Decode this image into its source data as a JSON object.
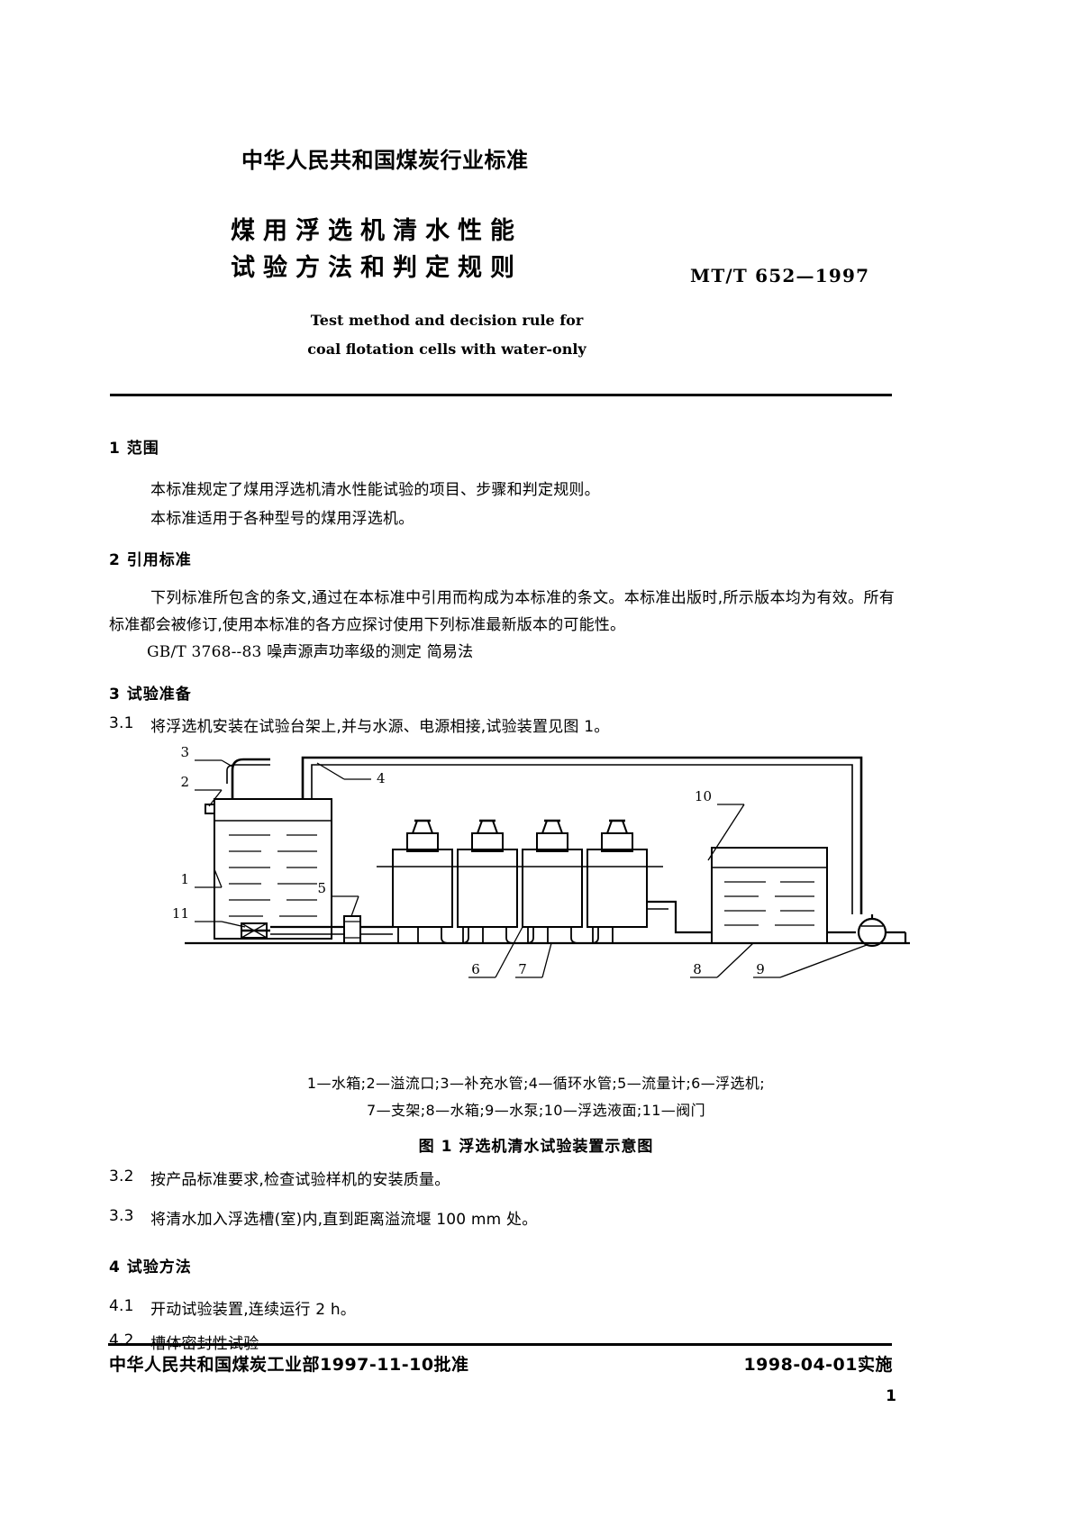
{
  "header": {
    "organization": "中华人民共和国煤炭行业标准",
    "title_line1": "煤用浮选机清水性能",
    "title_line2": "试验方法和判定规则",
    "standard_number": "MT/T 652—1997",
    "english_line1": "Test method and decision rule for",
    "english_line2": "coal flotation cells with water-only"
  },
  "sections": {
    "s1_heading": "1  范围",
    "s1_p1": "本标准规定了煤用浮选机清水性能试验的项目、步骤和判定规则。",
    "s1_p2": "本标准适用于各种型号的煤用浮选机。",
    "s2_heading": "2  引用标准",
    "s2_p1": "下列标准所包含的条文,通过在本标准中引用而构成为本标准的条文。本标准出版时,所示版本均为有效。所有标准都会被修订,使用本标准的各方应探讨使用下列标准最新版本的可能性。",
    "s2_ref": "GB/T 3768--83    噪声源声功率级的测定    简易法",
    "s3_heading": "3  试验准备",
    "s3_1_num": "3.1",
    "s3_1_text": "将浮选机安装在试验台架上,并与水源、电源相接,试验装置见图 1。",
    "s3_2_num": "3.2",
    "s3_2_text": "按产品标准要求,检查试验样机的安装质量。",
    "s3_3_num": "3.3",
    "s3_3_text": "将清水加入浮选槽(室)内,直到距离溢流堰 100 mm 处。",
    "s4_heading": "4  试验方法",
    "s4_1_num": "4.1",
    "s4_1_text": "开动试验装置,连续运行 2 h。",
    "s4_2_num": "4.2",
    "s4_2_text": "槽体密封性试验"
  },
  "figure": {
    "legend_line1": "1—水箱;2—溢流口;3—补充水管;4—循环水管;5—流量计;6—浮选机;",
    "legend_line2": "7—支架;8—水箱;9—水泵;10—浮选液面;11—阀门",
    "caption": "图 1    浮选机清水试验装置示意图",
    "callouts": {
      "c1": "1",
      "c2": "2",
      "c3": "3",
      "c4": "4",
      "c5": "5",
      "c6": "6",
      "c7": "7",
      "c8": "8",
      "c9": "9",
      "c10": "10",
      "c11": "11"
    }
  },
  "footer": {
    "approval": "中华人民共和国煤炭工业部1997-11-10批准",
    "effective": "1998-04-01实施",
    "page_number": "1"
  }
}
